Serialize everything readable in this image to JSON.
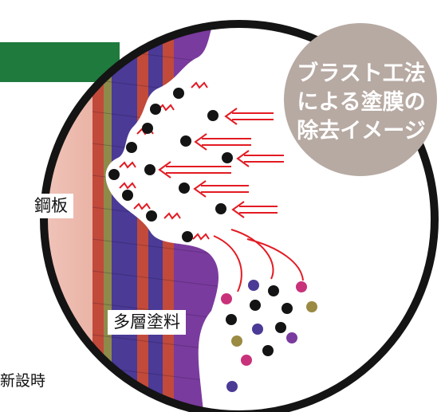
{
  "labels": {
    "steel": "鋼板",
    "paint": "多層塗料",
    "caption": "新設時"
  },
  "bubble": {
    "lines": [
      "ブラスト工法",
      "による塗膜の",
      "除去イメージ"
    ]
  },
  "colors": {
    "green_bar": "#1f7a3d",
    "bubble": "#b7aaa3",
    "arrow": "#e31b23",
    "particle": "#141414",
    "paint_layers": [
      "#c24a3a",
      "#8e8a4a",
      "#4b3a96",
      "#7a3b9e"
    ]
  }
}
